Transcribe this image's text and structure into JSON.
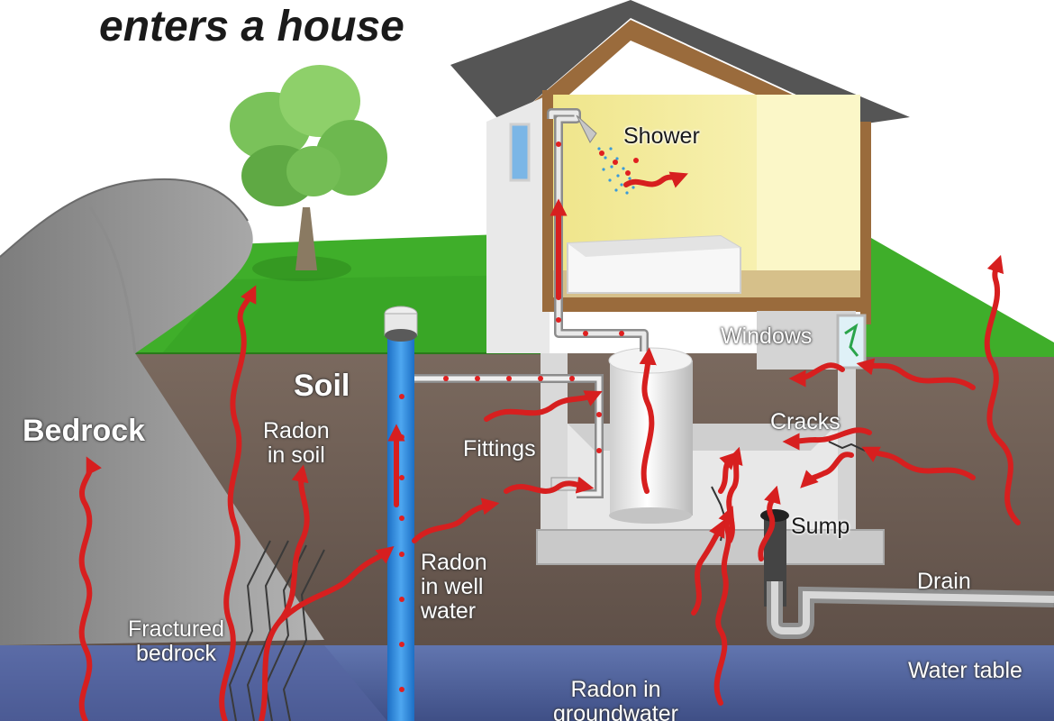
{
  "title": "enters a house",
  "labels": {
    "shower": "Shower",
    "windows": "Windows",
    "soil": "Soil",
    "bedrock": "Bedrock",
    "radon_in_soil": "Radon\nin soil",
    "fittings": "Fittings",
    "cracks": "Cracks",
    "sump": "Sump",
    "radon_in_well_water": "Radon\nin well\nwater",
    "drain": "Drain",
    "fractured_bedrock": "Fractured\nbedrock",
    "water_table": "Water table",
    "radon_in_groundwater": "Radon in\ngroundwater"
  },
  "colors": {
    "radon_arrow": "#d71f1f",
    "soil": "#6e5d52",
    "grass": "#3fae2a",
    "groundwater": "#586da8",
    "bedrock": "#8f8f8f",
    "well_pipe": "#2d8be0",
    "roof": "#5a5a5a",
    "room_wall": "#f2e98a"
  }
}
